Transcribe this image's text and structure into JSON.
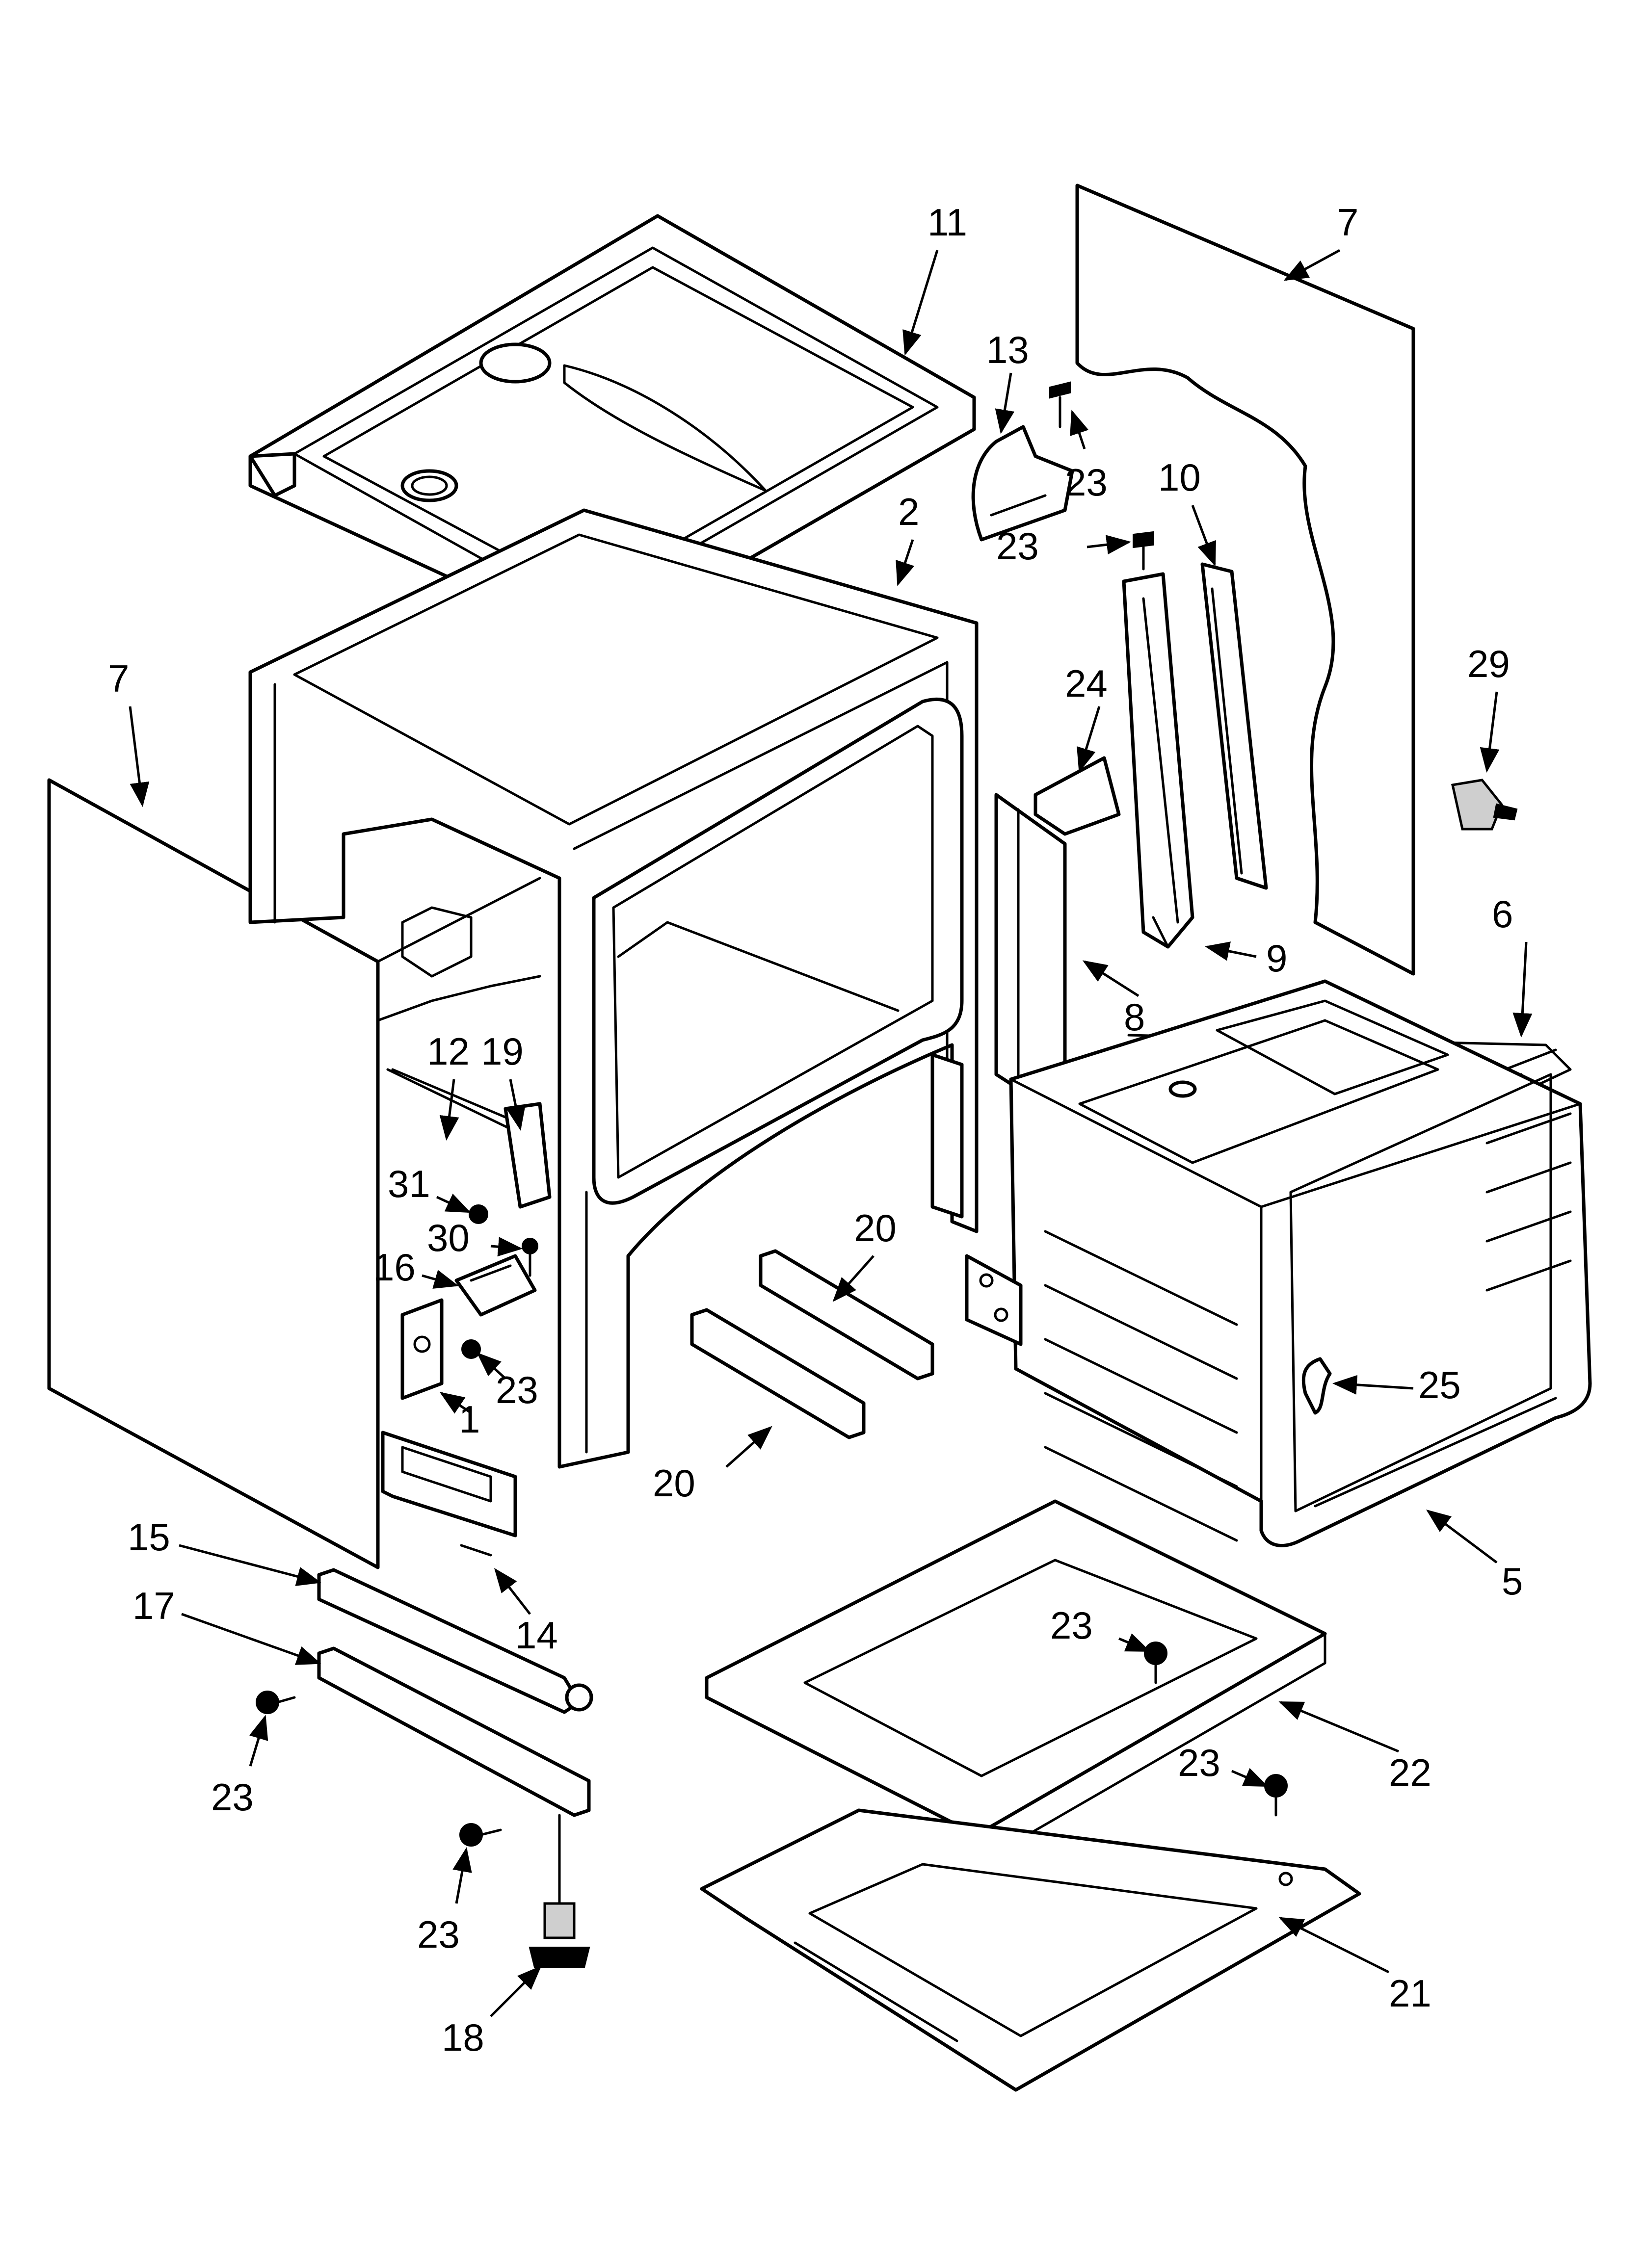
{
  "callouts": {
    "c11": "11",
    "c7a": "7",
    "c13": "13",
    "c23a": "23",
    "c23b": "23",
    "c10": "10",
    "c2": "2",
    "c29": "29",
    "c7b": "7",
    "c24": "24",
    "c6": "6",
    "c9": "9",
    "c8": "8",
    "c12": "12",
    "c19": "19",
    "c31": "31",
    "c30": "30",
    "c16": "16",
    "c23c": "23",
    "c1": "1",
    "c20a": "20",
    "c20b": "20",
    "c25": "25",
    "c5": "5",
    "c15": "15",
    "c14": "14",
    "c17": "17",
    "c23d": "23",
    "c22": "22",
    "c23e": "23",
    "c23f": "23",
    "c23g": "23",
    "c21": "21",
    "c18": "18"
  }
}
